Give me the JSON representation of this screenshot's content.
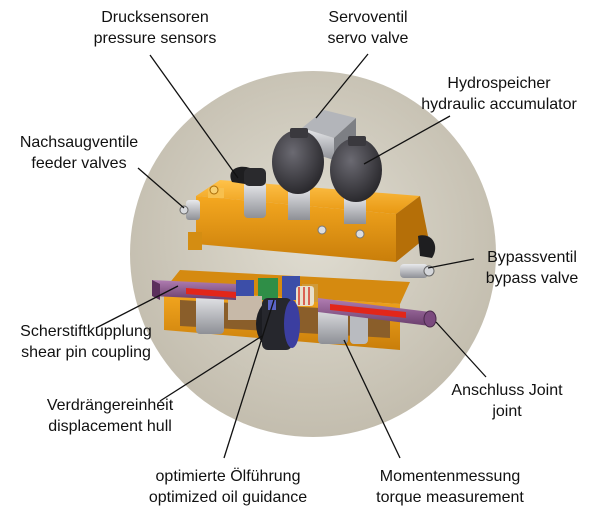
{
  "colors": {
    "background_disc": "#c9c4b6",
    "housing_orange": "#f0a21c",
    "housing_dark": "#c47c0c",
    "accumulator": "#3b3a40",
    "servo_valve": "#8f9196",
    "shaft_purple": "#8c5a8e",
    "oil_red": "#e2261a",
    "leader_line": "#111111"
  },
  "labels": {
    "pressure_sensors": {
      "de": "Drucksensoren",
      "en": "pressure sensors"
    },
    "servo_valve": {
      "de": "Servoventil",
      "en": "servo valve"
    },
    "hydraulic_accumulator": {
      "de": "Hydrospeicher",
      "en": "hydraulic accumulator"
    },
    "feeder_valves": {
      "de": "Nachsaugventile",
      "en": "feeder valves"
    },
    "bypass_valve": {
      "de": "Bypassventil",
      "en": "bypass valve"
    },
    "shear_pin_coupling": {
      "de": "Scherstiftkupplung",
      "en": "shear pin coupling"
    },
    "joint": {
      "de": "Anschluss Joint",
      "en": "joint"
    },
    "displacement_hull": {
      "de": "Verdrängereinheit",
      "en": "displacement hull"
    },
    "oil_guidance": {
      "de": "optimierte Ölführung",
      "en": "optimized oil guidance"
    },
    "torque_measurement": {
      "de": "Momentenmessung",
      "en": "torque measurement"
    }
  }
}
